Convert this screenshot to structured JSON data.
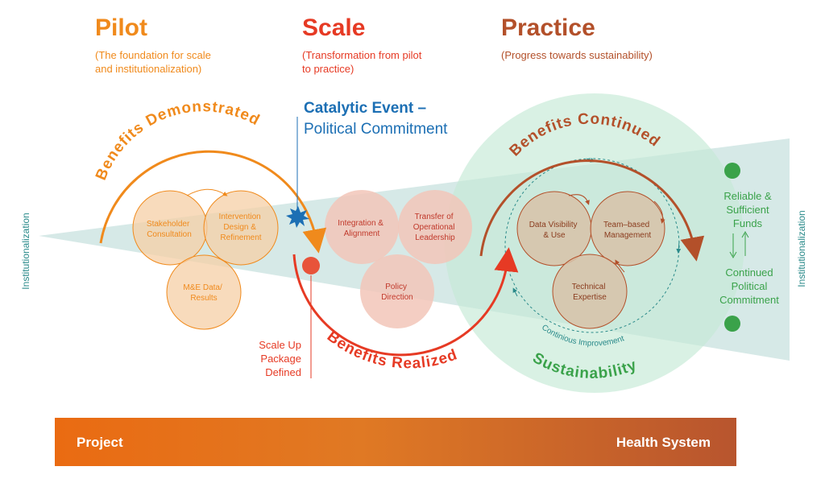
{
  "phases": {
    "pilot": {
      "title": "Pilot",
      "subtitle_1": "(The foundation for scale",
      "subtitle_2": "and institutionalization)",
      "color": "#f08a1c"
    },
    "scale": {
      "title": "Scale",
      "subtitle_1": "(Transformation from pilot",
      "subtitle_2": "to practice)",
      "color": "#e63a24"
    },
    "practice": {
      "title": "Practice",
      "subtitle_1": "(Progress towards sustainability)",
      "color": "#b3502a"
    }
  },
  "catalytic": {
    "title": "Catalytic Event –",
    "subtitle": "Political Commitment",
    "color": "#1c6fb4"
  },
  "arcs": {
    "demonstrated": "Benefits Demonstrated",
    "realized": "Benefits Realized",
    "continued": "Benefits Continued",
    "continuous": "Continious Improvement",
    "sustainability": "Sustainability"
  },
  "pilot_circles": {
    "c1": [
      "Stakeholder",
      "Consultation"
    ],
    "c2": [
      "Intervention",
      "Design &",
      "Refinement"
    ],
    "c3": [
      "M&E Data/",
      "Results"
    ]
  },
  "scale_circles": {
    "c1": [
      "Integration &",
      "Alignment"
    ],
    "c2": [
      "Transfer of",
      "Operational",
      "Leadership"
    ],
    "c3": [
      "Policy",
      "Direction"
    ]
  },
  "practice_circles": {
    "c1": [
      "Data Visibility",
      "& Use"
    ],
    "c2": [
      "Team–based",
      "Management"
    ],
    "c3": [
      "Technical",
      "Expertise"
    ]
  },
  "scale_up": {
    "line1": "Scale Up",
    "line2": "Package",
    "line3": "Defined"
  },
  "right_side": {
    "line1": "Reliable &",
    "line2": "Sufficient",
    "line3": "Funds",
    "line4": "Continued",
    "line5": "Political",
    "line6": "Commitment"
  },
  "institutionalization": "Institutionalization",
  "bar": {
    "left": "Project",
    "right": "Health System"
  }
}
